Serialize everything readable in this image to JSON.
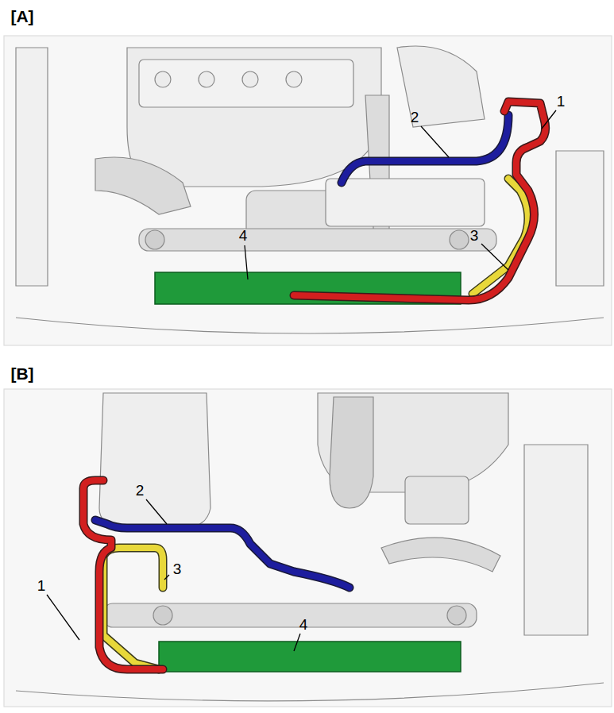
{
  "diagram": {
    "labels": [
      "[A]",
      "1",
      "2",
      "4",
      "3",
      "[B]",
      "2",
      "3",
      "1",
      "4"
    ]
  }
}
